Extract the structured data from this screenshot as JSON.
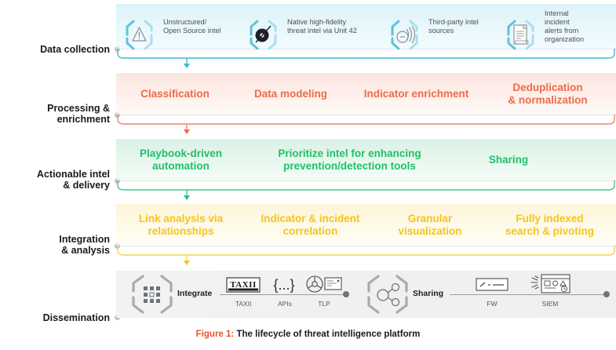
{
  "figure": {
    "caption_prefix": "Figure 1:",
    "caption_text": " The lifecycle of threat intelligence platform"
  },
  "colors": {
    "stage1_accent": "#3fb8d4",
    "stage2_accent": "#ef6a4a",
    "stage3_accent": "#27c26c",
    "stage4_accent": "#f5c518",
    "dissemination_gray": "#9a9da1",
    "figure_number": "#e8522b",
    "label_text": "#1a1a1a",
    "dot_gray": "#bfc3c7"
  },
  "stages": [
    {
      "label": "Data collection",
      "accent": "#3fb8d4",
      "items": [
        {
          "icon": "warning-triangle-icon",
          "text": "Unstructured/\nOpen Source intel"
        },
        {
          "icon": "compass-needle-icon",
          "text": "Native high-fidelity\nthreat intel via Unit 42"
        },
        {
          "icon": "signal-broadcast-icon",
          "text": "Third-party intel\nsources"
        },
        {
          "icon": "document-report-icon",
          "text": "Internal\nincident\nalerts from\norganization"
        }
      ]
    },
    {
      "label": "Processing &\nenrichment",
      "accent": "#ef6a4a",
      "items": [
        {
          "text": "Classification"
        },
        {
          "text": "Data modeling"
        },
        {
          "text": "Indicator enrichment"
        },
        {
          "text": "Deduplication\n& normalization"
        }
      ]
    },
    {
      "label": "Actionable intel\n& delivery",
      "accent": "#27c26c",
      "items": [
        {
          "text": "Playbook-driven\nautomation"
        },
        {
          "text": "Prioritize intel for enhancing\nprevention/detection tools"
        },
        {
          "text": "Sharing"
        }
      ]
    },
    {
      "label": "Integration\n& analysis",
      "accent": "#f5c518",
      "items": [
        {
          "text": "Link analysis via\nrelationships"
        },
        {
          "text": "Indicator & incident\ncorrelation"
        },
        {
          "text": "Granular\nvisualization"
        },
        {
          "text": "Fully indexed\nsearch & pivoting"
        }
      ]
    }
  ],
  "dissemination": {
    "label": "Dissemination",
    "groups": [
      {
        "hex_icon": "grid-squares-hexagon-icon",
        "action": "Integrate",
        "endpoints": [
          {
            "icon": "taxii-badge-icon",
            "caption": "TAXII"
          },
          {
            "icon": "curly-braces-icon",
            "caption": "APIs"
          },
          {
            "icon": "tlp-wheel-monitor-icon",
            "caption": "TLP"
          }
        ]
      },
      {
        "hex_icon": "node-network-hexagon-icon",
        "action": "Sharing",
        "endpoints": [
          {
            "icon": "firewall-appliance-icon",
            "caption": "FW"
          },
          {
            "icon": "siem-dashboard-icon",
            "caption": "SIEM"
          }
        ]
      }
    ]
  }
}
